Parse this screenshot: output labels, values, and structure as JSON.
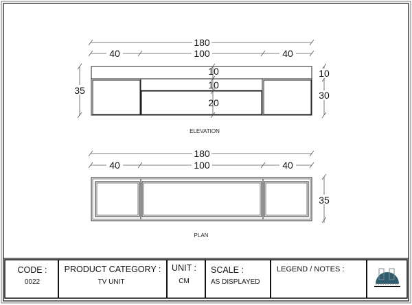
{
  "elevation": {
    "caption": "ELEVATION",
    "overall_width": "180",
    "left_width": "40",
    "middle_width": "100",
    "right_width": "40",
    "overall_height": "35",
    "top_height_right": "10",
    "lower_height_right": "30",
    "mid_top": "10",
    "mid_middle": "10",
    "mid_bottom": "20"
  },
  "plan": {
    "caption": "PLAN",
    "overall_width": "180",
    "left_width": "40",
    "middle_width": "100",
    "right_width": "40",
    "depth": "35"
  },
  "title_block": {
    "code_label": "CODE :",
    "code_value": "0022",
    "category_label": "PRODUCT CATEGORY :",
    "category_value": "TV UNIT",
    "unit_label": "UNIT :",
    "unit_value": "CM",
    "scale_label": "SCALE :",
    "scale_value": "AS DISPLAYED",
    "notes_label": "LEGEND / NOTES :",
    "logo_color": "#2f5d6e"
  }
}
